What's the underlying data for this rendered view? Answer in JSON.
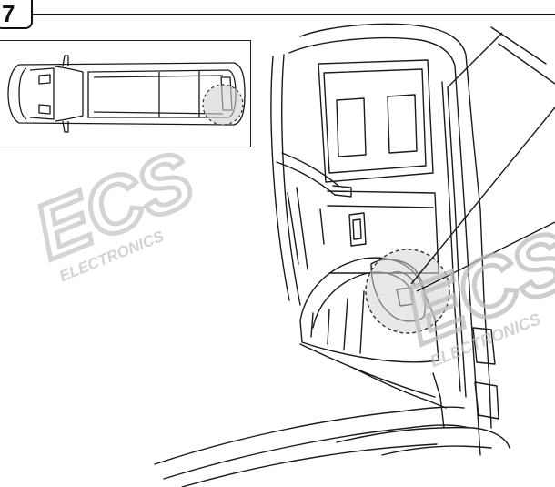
{
  "step": {
    "number": "7"
  },
  "watermark": {
    "brand": "ECS",
    "subtitle": "ELECTRONICS"
  },
  "colors": {
    "line": "#1a1a1a",
    "watermark": "#d9d9d9",
    "highlight": "#cfcfcf",
    "background": "#ffffff"
  },
  "icons": {
    "vehicle_top_view": "van-top-view-icon",
    "detail_highlight": "dashed-circle-highlight-icon",
    "callout": "callout-leader-lines-icon"
  }
}
